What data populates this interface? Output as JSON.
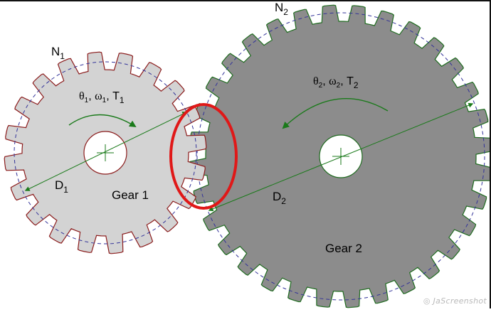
{
  "gear1": {
    "teeth_label": "N",
    "teeth_sub": "1",
    "name": "Gear 1",
    "diameter_label": "D",
    "diameter_sub": "1",
    "angle": "θ",
    "omega": "ω",
    "torque": "T",
    "sub": "1",
    "fill": "#d3d3d3",
    "outline": "#8b1c1c"
  },
  "gear2": {
    "teeth_label": "N",
    "teeth_sub": "2",
    "name": "Gear 2",
    "diameter_label": "D",
    "diameter_sub": "2",
    "angle": "θ",
    "omega": "ω",
    "torque": "T",
    "sub": "2",
    "fill": "#8c8c8c",
    "outline": "#1f6b1f"
  },
  "pitch_circle_color": "#333399",
  "arrow_color": "#1a7a1a",
  "highlight_color": "#e01818",
  "watermark": "JaScreenshot"
}
